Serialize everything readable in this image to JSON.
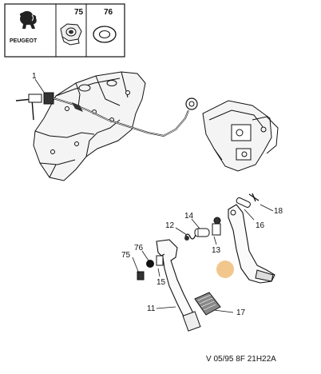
{
  "brand": "PEUGEOT",
  "header_parts": {
    "left": "75",
    "right": "76"
  },
  "callouts": {
    "c1": "1",
    "c14": "14",
    "c12": "12",
    "c13": "13",
    "c16": "16",
    "c18": "18",
    "c76": "76",
    "c75": "75",
    "c15": "15",
    "c11": "11",
    "c17": "17"
  },
  "reference": "V 05/95 8F 21H22A",
  "colors": {
    "highlight": "#f2c78e",
    "line": "#111111"
  }
}
